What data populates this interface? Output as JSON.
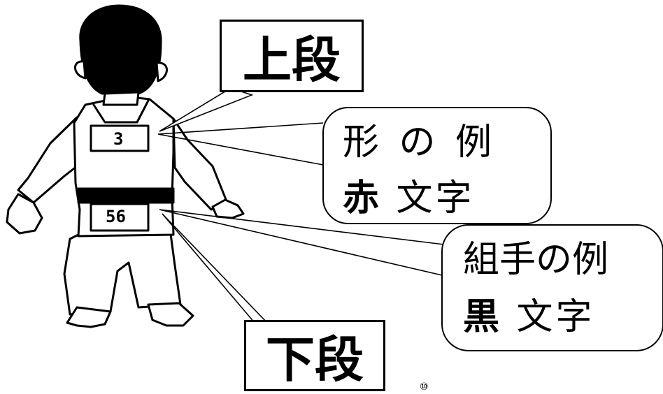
{
  "labels": {
    "upper": "上段",
    "lower": "下段"
  },
  "callouts": {
    "kata": {
      "title": "形 の 例",
      "color_char": "赤",
      "color_rest": " 文字"
    },
    "kumite": {
      "title": "組手の例",
      "color_char": "黒",
      "color_rest": " 文字"
    }
  },
  "figure": {
    "upper_number": "3",
    "lower_number": "56"
  },
  "page_number": "⑩"
}
